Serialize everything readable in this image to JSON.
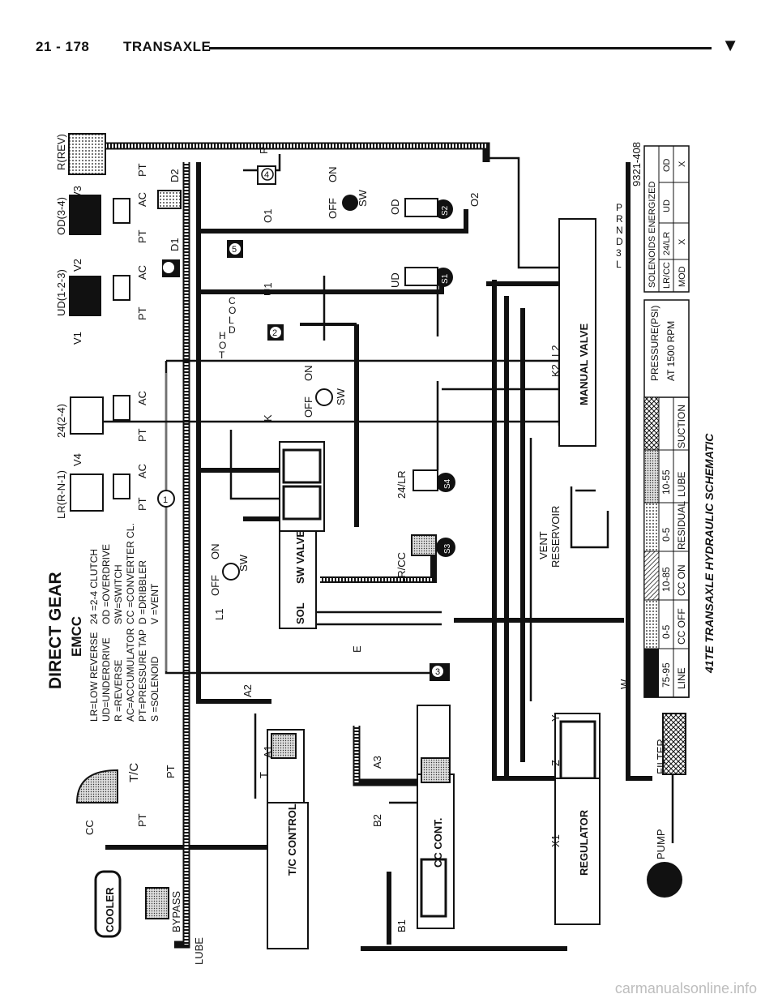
{
  "header": {
    "page_number": "21 - 178",
    "section_title": "TRANSAXLE",
    "marker_icon": "triangle-down-icon"
  },
  "diagram": {
    "caption": "41TE TRANSAXLE HYDRAULIC SCHEMATIC",
    "figure_id": "9321-408",
    "gear_title": "DIRECT GEAR",
    "gear_subtitle": "EMCC",
    "legend_left": [
      "LR=LOW REVERSE",
      "UD=UNDERDRIVE",
      "R =REVERSE",
      "AC=ACCUMULATOR",
      "PT=PRESSURE TAP",
      "S =SOLENOID"
    ],
    "legend_right": [
      "24 =2-4 CLUTCH",
      "OD =OVERDRIVE",
      "SW=SWITCH",
      "CC =CONVERTER CL.",
      "D =DRIBBLER",
      "V =VENT"
    ],
    "clutch_labels": {
      "lr": "LR(R-N-1)",
      "c24": "24(2-4)",
      "ud": "UD(1-2-3)",
      "od": "OD(3-4)",
      "rev": "R(REV)"
    },
    "valve_labels": {
      "tc_control": "T/C CONTROL",
      "cc_cont": "CC CONT.",
      "regulator": "REGULATOR",
      "manual_valve": "MANUAL VALVE",
      "sw_valve": "SW VALVE",
      "sol": "SOL"
    },
    "component_labels": {
      "cooler": "COOLER",
      "bypass": "BYPASS",
      "lube": "LUBE",
      "pump": "PUMP",
      "filter": "FILTER",
      "vent_reservoir_1": "VENT",
      "vent_reservoir_2": "RESERVOIR",
      "tc": "T/C",
      "cc": "CC"
    },
    "switch_labels": {
      "off": "OFF",
      "on": "ON",
      "sw": "SW"
    },
    "solenoid_labels": {
      "lrcc": "LR/CC",
      "s24lr": "24/LR",
      "ud": "UD",
      "od": "OD",
      "s1": "S1",
      "s2": "S2",
      "s3": "S3",
      "s4": "S4"
    },
    "line_labels": [
      "A1",
      "A2",
      "A3",
      "B1",
      "B2",
      "D1",
      "D2",
      "E",
      "K",
      "K2",
      "L1",
      "L2",
      "O1",
      "O2",
      "U1",
      "X1",
      "Y",
      "Z",
      "W",
      "V1",
      "V2",
      "V3",
      "V4"
    ],
    "tap_labels": [
      "PT",
      "AC",
      "T",
      "V",
      "R"
    ],
    "cold_hot": [
      "C",
      "O",
      "L",
      "D",
      "H",
      "O",
      "T"
    ],
    "gear_positions": [
      "P",
      "R",
      "N",
      "D",
      "3",
      "L"
    ],
    "circle_numbers": [
      "1",
      "2",
      "3",
      "4",
      "5"
    ],
    "pressure_table": {
      "title_1": "PRESSURE(PSI)",
      "title_2": "AT 1500 RPM",
      "ranges": [
        "75-95",
        "0-5",
        "10-85",
        "0-5",
        "10-55",
        ""
      ],
      "names": [
        "LINE",
        "CC OFF",
        "CC ON",
        "RESIDUAL",
        "LUBE",
        "SUCTION"
      ]
    },
    "solenoid_table": {
      "title": "SOLENOIDS ENERGIZED",
      "headers": [
        "LR/CC",
        "24/LR",
        "UD",
        "OD"
      ],
      "row": [
        "MOD",
        "X",
        "",
        "X"
      ]
    }
  },
  "watermark": "carmanualsonline.info"
}
